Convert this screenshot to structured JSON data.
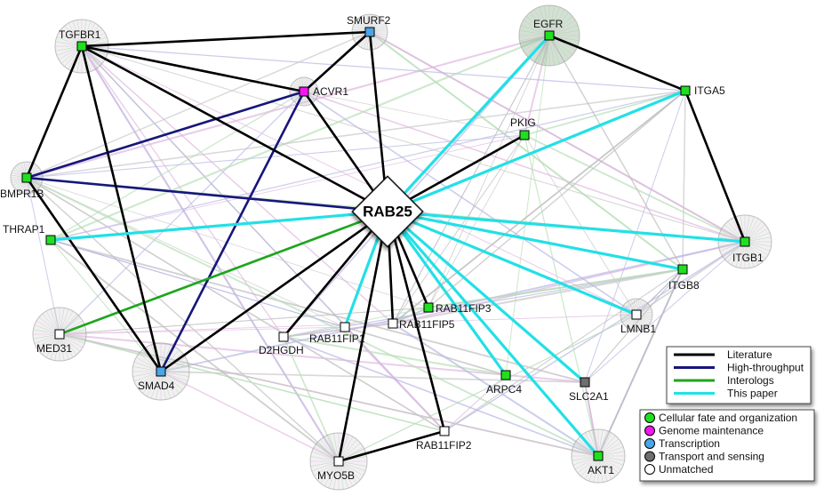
{
  "hub": {
    "label": "RAB25"
  },
  "colors": {
    "literature": "#000000",
    "high_throughput": "#16167a",
    "interologs": "#1fa51f",
    "this_paper": "#22e0e6",
    "cellular": "#1fe01f",
    "genome": "#ee18ee",
    "transcription": "#4aa6e6",
    "transport": "#6e6e6e",
    "unmatched": "#ffffff"
  },
  "nodes": [
    {
      "id": "TGFBR1",
      "label": "TGFBR1",
      "category": "cellular"
    },
    {
      "id": "SMURF2",
      "label": "SMURF2",
      "category": "transcription"
    },
    {
      "id": "EGFR",
      "label": "EGFR",
      "category": "cellular"
    },
    {
      "id": "ACVR1",
      "label": "ACVR1",
      "category": "genome"
    },
    {
      "id": "ITGA5",
      "label": "ITGA5",
      "category": "cellular"
    },
    {
      "id": "PKIG",
      "label": "PKIG",
      "category": "cellular"
    },
    {
      "id": "BMPR1B",
      "label": "BMPR1B",
      "category": "cellular"
    },
    {
      "id": "THRAP1",
      "label": "THRAP1",
      "category": "cellular"
    },
    {
      "id": "ITGB1",
      "label": "ITGB1",
      "category": "cellular"
    },
    {
      "id": "ITGB8",
      "label": "ITGB8",
      "category": "cellular"
    },
    {
      "id": "RAB11FIP3",
      "label": "RAB11FIP3",
      "category": "cellular"
    },
    {
      "id": "MED31",
      "label": "MED31",
      "category": "unmatched"
    },
    {
      "id": "LMNB1",
      "label": "LMNB1",
      "category": "unmatched"
    },
    {
      "id": "RAB11FIP1",
      "label": "RAB11FIP1",
      "category": "unmatched"
    },
    {
      "id": "RAB11FIP5",
      "label": "RAB11FIP5",
      "category": "unmatched"
    },
    {
      "id": "D2HGDH",
      "label": "D2HGDH",
      "category": "unmatched"
    },
    {
      "id": "SMAD4",
      "label": "SMAD4",
      "category": "transcription"
    },
    {
      "id": "ARPC4",
      "label": "ARPC4",
      "category": "cellular"
    },
    {
      "id": "SLC2A1",
      "label": "SLC2A1",
      "category": "transport"
    },
    {
      "id": "RAB11FIP2",
      "label": "RAB11FIP2",
      "category": "unmatched"
    },
    {
      "id": "MYO5B",
      "label": "MYO5B",
      "category": "unmatched"
    },
    {
      "id": "AKT1",
      "label": "AKT1",
      "category": "cellular"
    }
  ],
  "edges": [
    {
      "from": "RAB25",
      "to": "TGFBR1",
      "type": "literature"
    },
    {
      "from": "RAB25",
      "to": "SMURF2",
      "type": "literature"
    },
    {
      "from": "RAB25",
      "to": "ACVR1",
      "type": "literature"
    },
    {
      "from": "RAB25",
      "to": "EGFR",
      "type": "this_paper"
    },
    {
      "from": "RAB25",
      "to": "ITGA5",
      "type": "this_paper"
    },
    {
      "from": "RAB25",
      "to": "PKIG",
      "type": "literature"
    },
    {
      "from": "RAB25",
      "to": "BMPR1B",
      "type": "high_throughput"
    },
    {
      "from": "RAB25",
      "to": "THRAP1",
      "type": "this_paper"
    },
    {
      "from": "RAB25",
      "to": "ITGB1",
      "type": "this_paper"
    },
    {
      "from": "RAB25",
      "to": "ITGB8",
      "type": "this_paper"
    },
    {
      "from": "RAB25",
      "to": "RAB11FIP3",
      "type": "literature"
    },
    {
      "from": "RAB25",
      "to": "MED31",
      "type": "interologs"
    },
    {
      "from": "RAB25",
      "to": "LMNB1",
      "type": "this_paper"
    },
    {
      "from": "RAB25",
      "to": "RAB11FIP1",
      "type": "this_paper"
    },
    {
      "from": "RAB25",
      "to": "RAB11FIP5",
      "type": "literature"
    },
    {
      "from": "RAB25",
      "to": "D2HGDH",
      "type": "literature"
    },
    {
      "from": "RAB25",
      "to": "SMAD4",
      "type": "literature"
    },
    {
      "from": "RAB25",
      "to": "ARPC4",
      "type": "this_paper"
    },
    {
      "from": "RAB25",
      "to": "SLC2A1",
      "type": "this_paper"
    },
    {
      "from": "RAB25",
      "to": "RAB11FIP2",
      "type": "literature"
    },
    {
      "from": "RAB25",
      "to": "MYO5B",
      "type": "literature"
    },
    {
      "from": "RAB25",
      "to": "AKT1",
      "type": "this_paper"
    },
    {
      "from": "TGFBR1",
      "to": "SMURF2",
      "type": "literature"
    },
    {
      "from": "TGFBR1",
      "to": "ACVR1",
      "type": "literature"
    },
    {
      "from": "TGFBR1",
      "to": "BMPR1B",
      "type": "literature"
    },
    {
      "from": "TGFBR1",
      "to": "SMAD4",
      "type": "literature"
    },
    {
      "from": "BMPR1B",
      "to": "SMAD4",
      "type": "literature"
    },
    {
      "from": "ACVR1",
      "to": "SMAD4",
      "type": "high_throughput"
    },
    {
      "from": "ACVR1",
      "to": "BMPR1B",
      "type": "high_throughput"
    },
    {
      "from": "SMURF2",
      "to": "ACVR1",
      "type": "literature"
    },
    {
      "from": "EGFR",
      "to": "ITGA5",
      "type": "literature"
    },
    {
      "from": "ITGA5",
      "to": "ITGB1",
      "type": "literature"
    },
    {
      "from": "MYO5B",
      "to": "RAB11FIP2",
      "type": "literature"
    }
  ],
  "legend_edges": [
    {
      "key": "literature",
      "label": "Literature"
    },
    {
      "key": "high_throughput",
      "label": "High-throughput"
    },
    {
      "key": "interologs",
      "label": "Interologs"
    },
    {
      "key": "this_paper",
      "label": "This paper"
    }
  ],
  "legend_nodes": [
    {
      "key": "cellular",
      "label": "Cellular fate and organization"
    },
    {
      "key": "genome",
      "label": "Genome maintenance"
    },
    {
      "key": "transcription",
      "label": "Transcription"
    },
    {
      "key": "transport",
      "label": "Transport and sensing"
    },
    {
      "key": "unmatched",
      "label": "Unmatched"
    }
  ]
}
